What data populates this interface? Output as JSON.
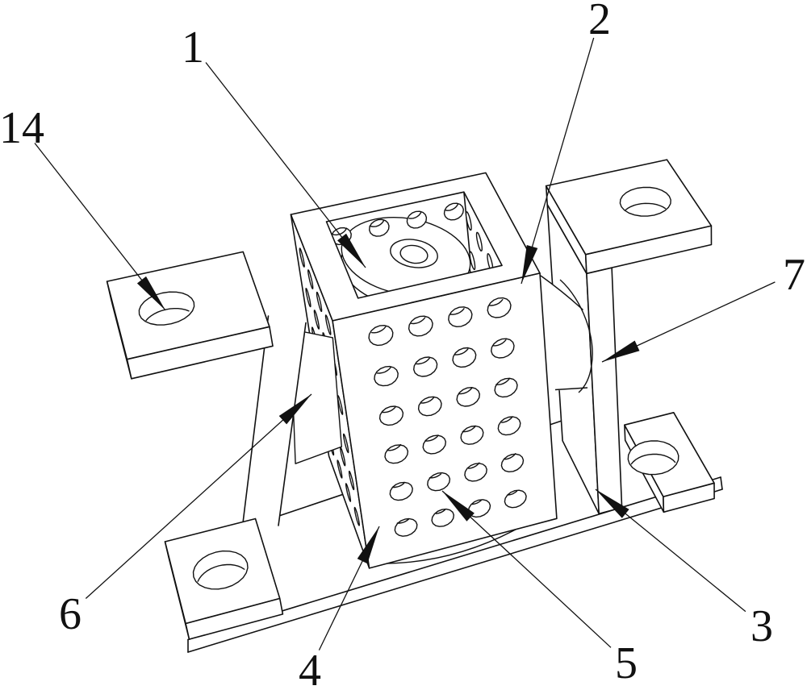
{
  "figure": {
    "type": "patent-technical-drawing",
    "description": "Isometric line drawing of a vibration-damping mount: a perforated rectangular box with an open top revealing a dome-shaped part, flanked by two C-shaped brackets with bolt holes, all on a flat base plate",
    "labels": [
      {
        "text": "1"
      },
      {
        "text": "2"
      },
      {
        "text": "14"
      },
      {
        "text": "7"
      },
      {
        "text": "6"
      },
      {
        "text": "4"
      },
      {
        "text": "5"
      },
      {
        "text": "3"
      }
    ],
    "line_color": "#111111",
    "background_color": "#ffffff"
  }
}
